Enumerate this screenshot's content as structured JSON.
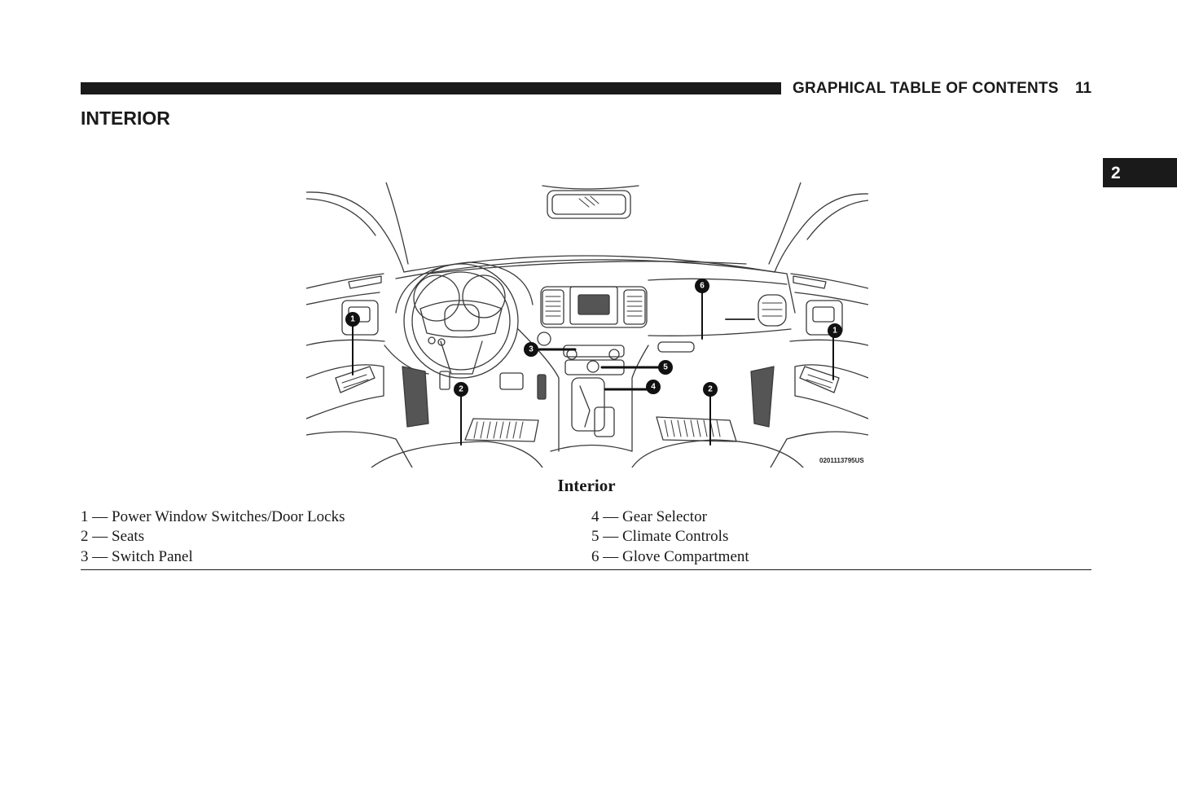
{
  "header": {
    "title": "GRAPHICAL TABLE OF CONTENTS",
    "page_number": "11"
  },
  "section_title": "INTERIOR",
  "chapter_tab": "2",
  "figure": {
    "image_code": "0201113795US",
    "caption": "Interior",
    "callouts": [
      "1",
      "2",
      "3",
      "4",
      "5",
      "6"
    ]
  },
  "legend": {
    "left": [
      "1 — Power Window Switches/Door Locks",
      "2 — Seats",
      "3 — Switch Panel"
    ],
    "right": [
      "4 — Gear Selector",
      "5 — Climate Controls",
      "6 — Glove Compartment"
    ]
  }
}
